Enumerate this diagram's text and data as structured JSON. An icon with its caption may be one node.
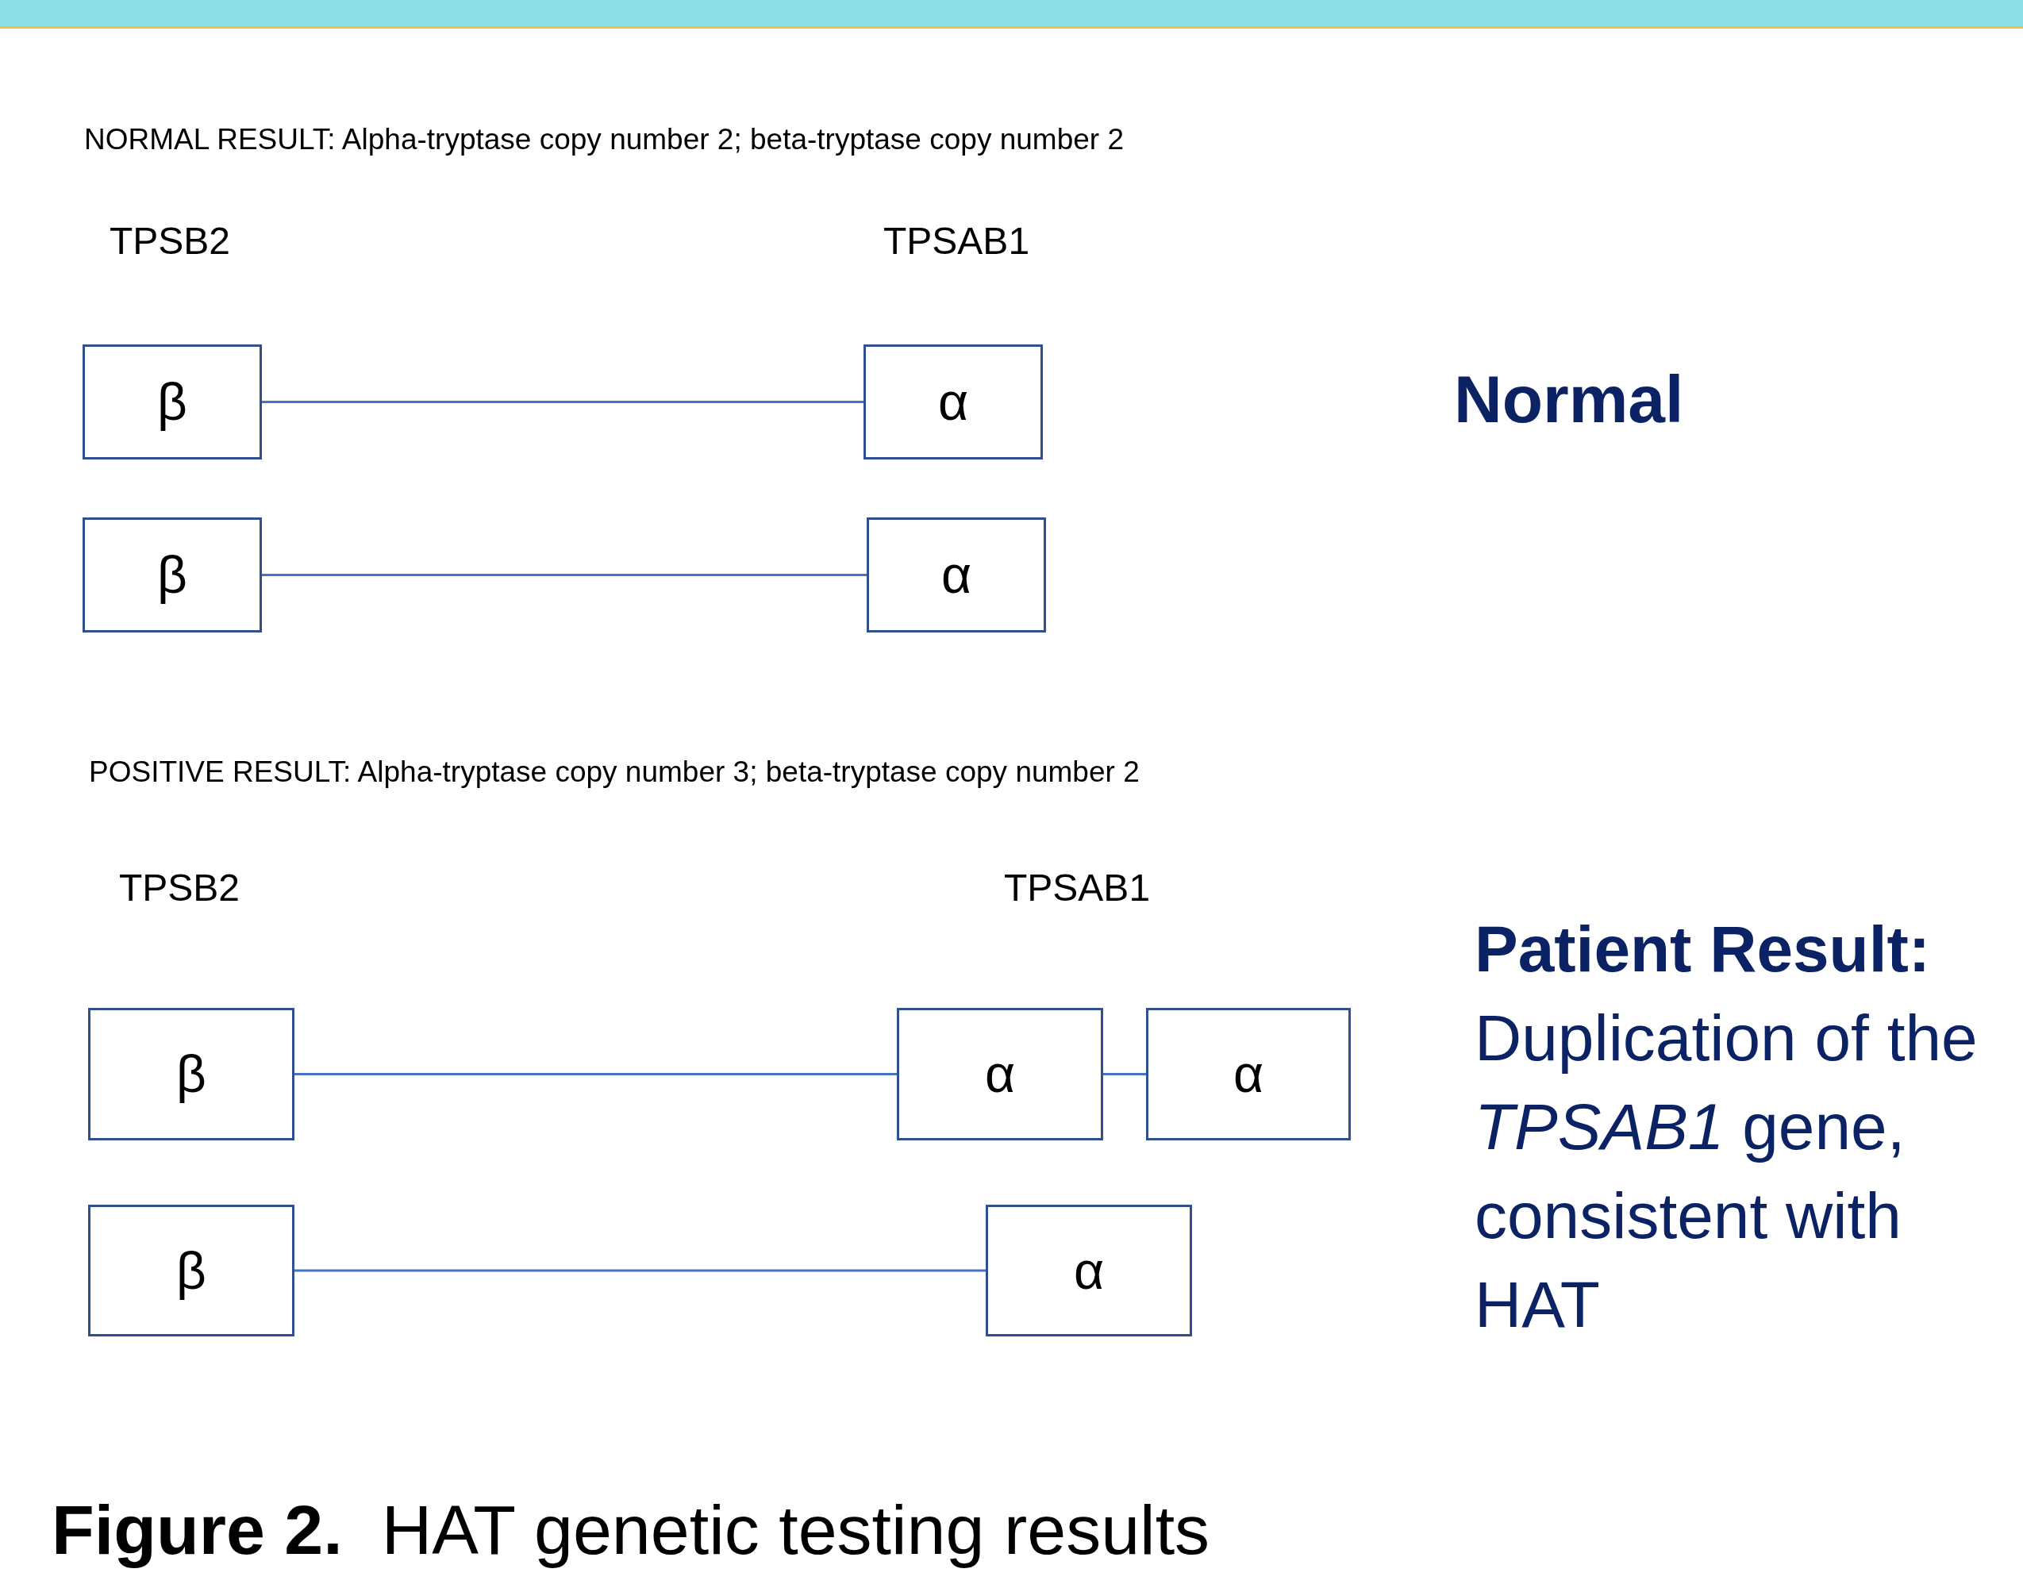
{
  "diagram": {
    "caption": "**Figure 2.**  HAT genetic testing results",
    "nodes": [
      {
        "text": [
          "β"
        ]
      },
      {
        "text": [
          "α"
        ]
      },
      {
        "text": [
          "β"
        ]
      },
      {
        "text": [
          "α"
        ]
      },
      {
        "text": [
          "β"
        ]
      },
      {
        "text": [
          "α"
        ]
      },
      {
        "text": [
          "α"
        ]
      },
      {
        "text": [
          "β"
        ]
      },
      {
        "text": [
          "α"
        ]
      }
    ],
    "edges": [
      {
        "from": 0,
        "to": 1,
        "arrow": "none"
      },
      {
        "from": 2,
        "to": 3,
        "arrow": "none"
      },
      {
        "from": 4,
        "to": 5,
        "arrow": "none"
      },
      {
        "from": 5,
        "to": 6,
        "arrow": "none"
      },
      {
        "from": 7,
        "to": 8,
        "arrow": "none"
      }
    ],
    "labels": [
      "NORMAL RESULT: Alpha-tryptase copy number 2; beta-tryptase copy number 2",
      "TPSB2",
      "TPSAB1",
      "Normal",
      "POSITIVE RESULT: Alpha-tryptase copy number 3; beta-tryptase copy number 2",
      "TPSB2",
      "TPSAB1",
      "**Patient Result:** Duplication of the *TPSAB1* gene, consistent with HAT"
    ]
  }
}
